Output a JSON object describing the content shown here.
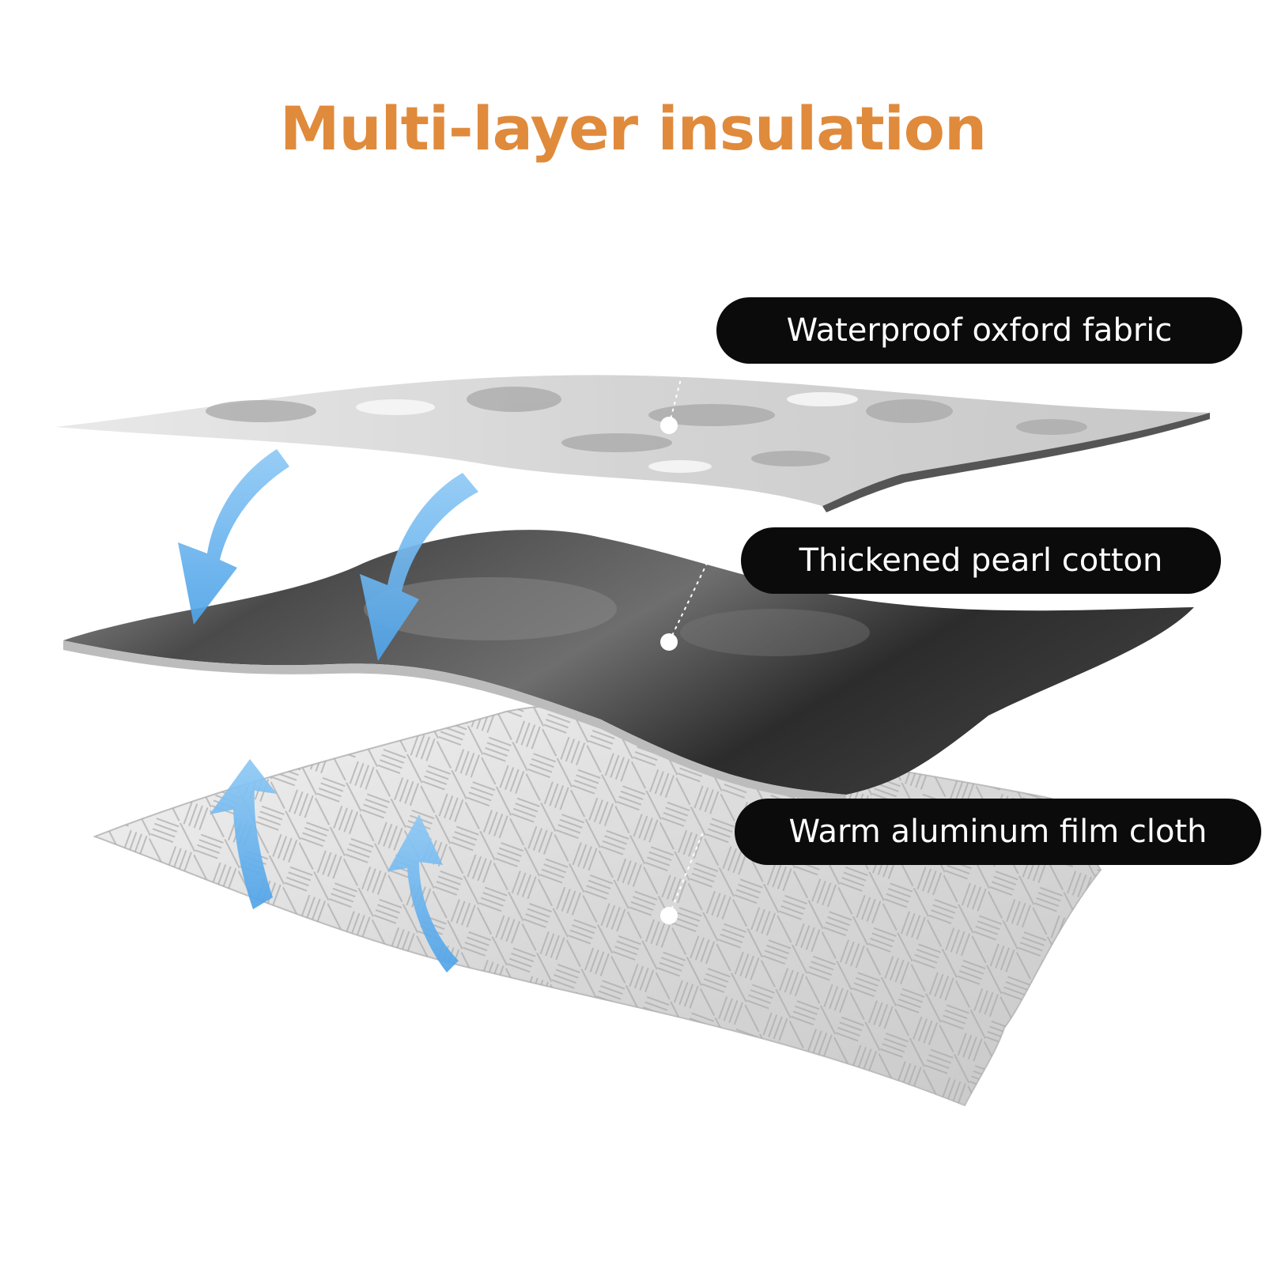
{
  "title": "Multi-layer insulation",
  "colors": {
    "title": "#e08a3c",
    "label_bg": "#0b0b0b",
    "label_text": "#ffffff",
    "arrow": "#64b5f6"
  },
  "layers": [
    {
      "label": "Waterproof oxford fabric",
      "texture": "camouflage"
    },
    {
      "label": "Thickened pearl cotton",
      "texture": "dark-foam"
    },
    {
      "label": "Warm aluminum film cloth",
      "texture": "embossed-foil"
    }
  ],
  "arrows": [
    {
      "icon": "arrow-down-curved-icon",
      "direction": "down"
    },
    {
      "icon": "arrow-down-curved-icon",
      "direction": "down"
    },
    {
      "icon": "arrow-up-curved-icon",
      "direction": "up"
    },
    {
      "icon": "arrow-up-curved-icon",
      "direction": "up"
    }
  ]
}
